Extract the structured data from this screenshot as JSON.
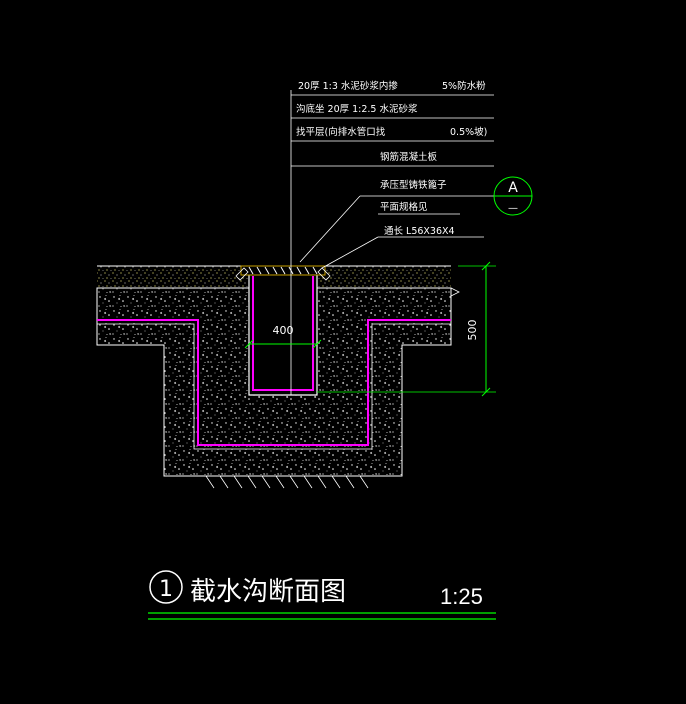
{
  "notes": [
    {
      "left": "20厚 1:3  水泥砂浆内掺",
      "right": "5%防水粉"
    },
    {
      "left": "沟底坐  20厚 1:2.5  水泥砂浆",
      "right": ""
    },
    {
      "left": "找平层(向排水管口找",
      "right": "0.5%坡)"
    },
    {
      "left": "钢筋混凝土板",
      "right": ""
    },
    {
      "left": "承压型铸铁篦子",
      "right": ""
    },
    {
      "left": "平面规格见",
      "right": ""
    },
    {
      "left": "通长  L56X36X4",
      "right": ""
    }
  ],
  "detail_ref": {
    "letter": "A",
    "sub": "—"
  },
  "dimensions": {
    "width": "400",
    "depth": "500"
  },
  "title": {
    "number": "1",
    "text": "截水沟断面图",
    "scale": "1:25"
  },
  "colors": {
    "background": "#000000",
    "lines": "#ffffff",
    "waterproof_layer": "#ff00ff",
    "dimension": "#00ff00",
    "grate": "#c8a000",
    "title_rule": "#00ff00"
  }
}
